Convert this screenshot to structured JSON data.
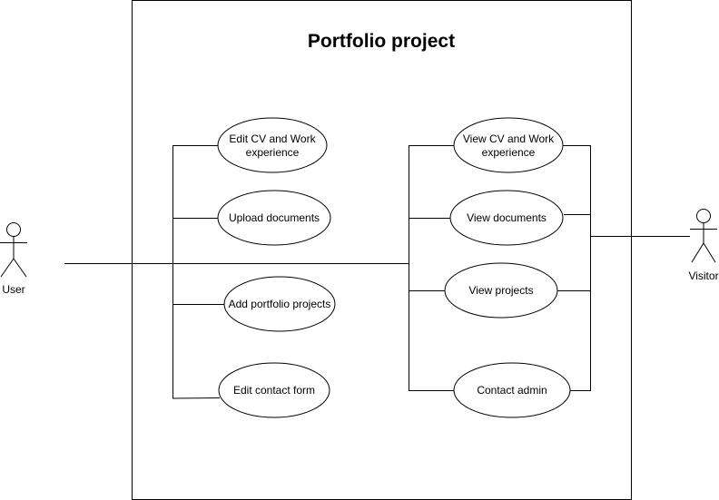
{
  "system": {
    "title": "Portfolio project"
  },
  "actors": {
    "user": {
      "label": "User"
    },
    "visitor": {
      "label": "Visitor"
    }
  },
  "use_cases": {
    "left": [
      {
        "lines": [
          "Edit CV and Work",
          "experience"
        ]
      },
      {
        "lines": [
          "Upload documents"
        ]
      },
      {
        "lines": [
          "Add portfolio projects"
        ]
      },
      {
        "lines": [
          "Edit contact form"
        ]
      }
    ],
    "right": [
      {
        "lines": [
          "View CV and Work",
          "experience"
        ]
      },
      {
        "lines": [
          "View documents"
        ]
      },
      {
        "lines": [
          "View projects"
        ]
      },
      {
        "lines": [
          "Contact admin"
        ]
      }
    ]
  }
}
